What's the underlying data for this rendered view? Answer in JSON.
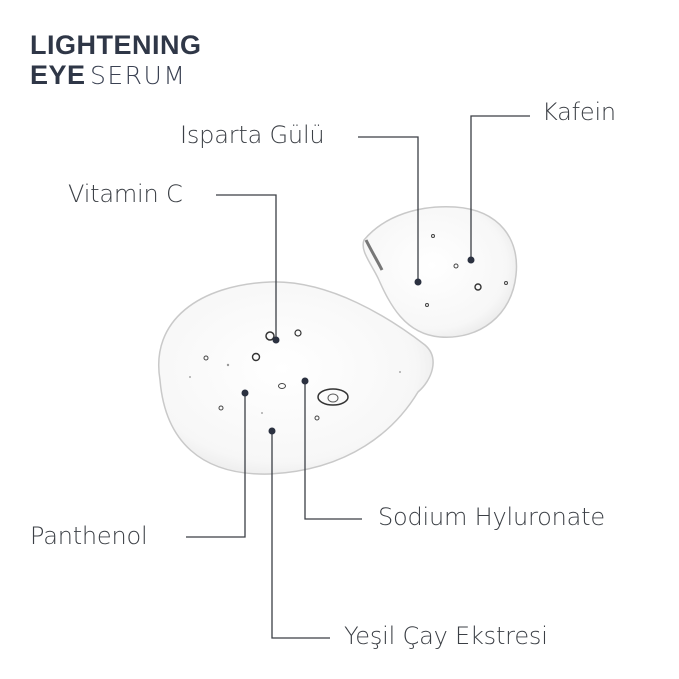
{
  "title": {
    "line1": "LIGHTENING",
    "line2_bold": "EYE",
    "line2_regular": "SERUM"
  },
  "ingredients": [
    {
      "name": "Kafein"
    },
    {
      "name": "Isparta Gülü"
    },
    {
      "name": "Vitamin C"
    },
    {
      "name": "Sodium Hyluronate"
    },
    {
      "name": "Panthenol"
    },
    {
      "name": "Yeşil Çay Ekstresi"
    }
  ],
  "colors": {
    "title": "#2f3747",
    "line": "#3b3f45",
    "dot": "#2b3140"
  }
}
